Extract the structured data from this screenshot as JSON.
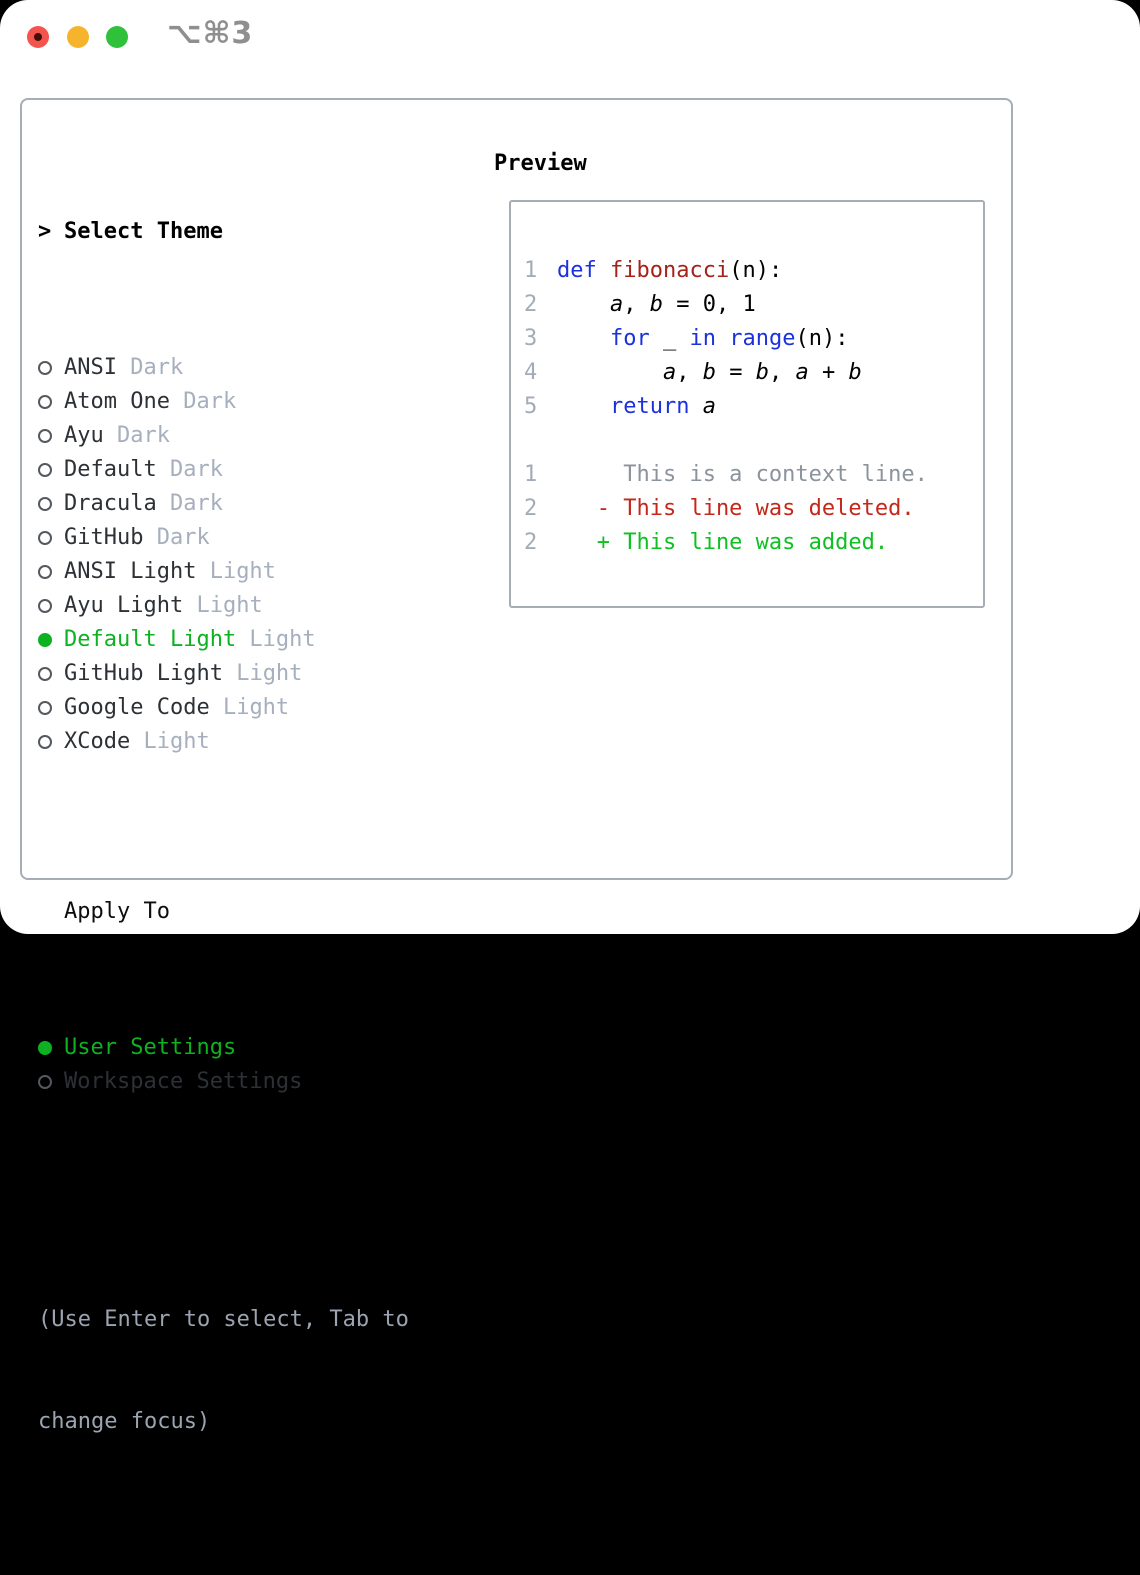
{
  "titlebar": {
    "shortcut": "⌥⌘3",
    "traffic_lights": [
      {
        "name": "close"
      },
      {
        "name": "minimize"
      },
      {
        "name": "maximize"
      }
    ]
  },
  "theme_selector": {
    "title_marker": ">",
    "title": "Select Theme",
    "items": [
      {
        "name": "ANSI",
        "variant": "Dark",
        "selected": false
      },
      {
        "name": "Atom One",
        "variant": "Dark",
        "selected": false
      },
      {
        "name": "Ayu",
        "variant": "Dark",
        "selected": false
      },
      {
        "name": "Default",
        "variant": "Dark",
        "selected": false
      },
      {
        "name": "Dracula",
        "variant": "Dark",
        "selected": false
      },
      {
        "name": "GitHub",
        "variant": "Dark",
        "selected": false
      },
      {
        "name": "ANSI Light",
        "variant": "Light",
        "selected": false
      },
      {
        "name": "Ayu Light",
        "variant": "Light",
        "selected": false
      },
      {
        "name": "Default Light",
        "variant": "Light",
        "selected": true
      },
      {
        "name": "GitHub Light",
        "variant": "Light",
        "selected": false
      },
      {
        "name": "Google Code",
        "variant": "Light",
        "selected": false
      },
      {
        "name": "XCode",
        "variant": "Light",
        "selected": false
      }
    ]
  },
  "apply_to": {
    "title": "Apply To",
    "options": [
      {
        "label": "User Settings",
        "selected": true
      },
      {
        "label": "Workspace Settings",
        "selected": false
      }
    ]
  },
  "hint": {
    "line1": "(Use Enter to select, Tab to",
    "line2": "change focus)"
  },
  "preview": {
    "title": "Preview",
    "lines": [
      {
        "num": "1",
        "segments": [
          {
            "t": "def",
            "c": "kw"
          },
          {
            "t": " "
          },
          {
            "t": "fibonacci",
            "c": "fn"
          },
          {
            "t": "(n):"
          }
        ]
      },
      {
        "num": "2",
        "segments": [
          {
            "t": "    "
          },
          {
            "t": "a",
            "c": "var"
          },
          {
            "t": ", "
          },
          {
            "t": "b",
            "c": "var"
          },
          {
            "t": " = 0, 1"
          }
        ]
      },
      {
        "num": "3",
        "segments": [
          {
            "t": "    "
          },
          {
            "t": "for",
            "c": "kw"
          },
          {
            "t": " _ "
          },
          {
            "t": "in",
            "c": "kw"
          },
          {
            "t": " "
          },
          {
            "t": "range",
            "c": "kw"
          },
          {
            "t": "(n):"
          }
        ]
      },
      {
        "num": "4",
        "segments": [
          {
            "t": "        "
          },
          {
            "t": "a",
            "c": "var"
          },
          {
            "t": ", "
          },
          {
            "t": "b",
            "c": "var"
          },
          {
            "t": " = "
          },
          {
            "t": "b",
            "c": "var"
          },
          {
            "t": ", "
          },
          {
            "t": "a",
            "c": "var"
          },
          {
            "t": " + "
          },
          {
            "t": "b",
            "c": "var"
          }
        ]
      },
      {
        "num": "5",
        "segments": [
          {
            "t": "    "
          },
          {
            "t": "return",
            "c": "kw"
          },
          {
            "t": " "
          },
          {
            "t": "a",
            "c": "var"
          }
        ]
      },
      {
        "num": "",
        "segments": []
      },
      {
        "num": "1",
        "segments": [
          {
            "t": "     This is a context line.",
            "c": "ctx"
          }
        ]
      },
      {
        "num": "2",
        "segments": [
          {
            "t": "   - This line was deleted.",
            "c": "del"
          }
        ]
      },
      {
        "num": "2",
        "segments": [
          {
            "t": "   + This line was added.",
            "c": "add"
          }
        ]
      }
    ]
  },
  "colors": {
    "accent_green": "#0db121",
    "added_green": "#0fc022",
    "deleted_red": "#c3281b",
    "keyword_blue": "#1b31dd",
    "function_red": "#a42318",
    "context_gray": "#8b939c",
    "muted_gray": "#a6afbd",
    "hint_gray": "#9ba4b1",
    "line_number_gray": "#a2acb8",
    "border_gray": "#a6adb6",
    "text_dark": "#2d3136",
    "traffic_red": "#f3544d",
    "traffic_red_dot": "#42100b",
    "traffic_yellow": "#f6b42c",
    "traffic_green": "#2fc13a",
    "shortcut_gray": "#8f8f8f"
  }
}
